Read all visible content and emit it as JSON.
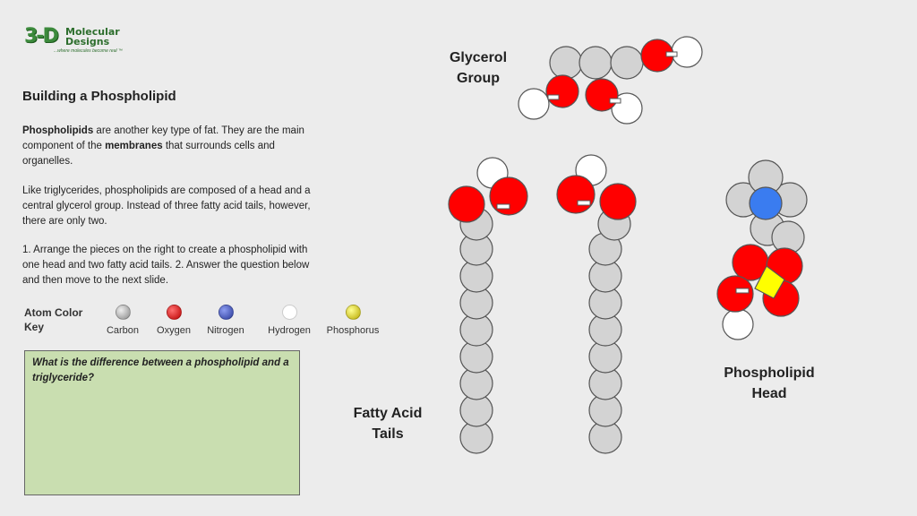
{
  "logo": {
    "mark": "3-D",
    "name_line1": "Molecular",
    "name_line2": "Designs",
    "tagline": "...where molecules become real ™"
  },
  "title": "Building a Phospholipid",
  "paragraph1": {
    "bold1": "Phospholipids",
    "text1": " are another key type of fat. They are the main component of the ",
    "bold2": "membranes",
    "text2": " that surrounds cells and organelles."
  },
  "paragraph2": "Like triglycerides, phospholipids are composed of a head and a central glycerol group. Instead of three fatty acid tails, however, there are only two.",
  "paragraph3": "1. Arrange the pieces on the right to create a phospholipid with one head and two fatty acid tails. 2. Answer the question below and then move to the next slide.",
  "color_key": {
    "title": "Atom Color Key",
    "items": [
      {
        "label": "Carbon",
        "color": "#b9b9b9"
      },
      {
        "label": "Oxygen",
        "color": "#e01010"
      },
      {
        "label": "Nitrogen",
        "color": "#4a5fc8"
      },
      {
        "label": "Hydrogen",
        "color": "#ffffff"
      },
      {
        "label": "Phosphorus",
        "color": "#f0e020"
      }
    ]
  },
  "question": "What is the difference between a phospholipid and a triglyceride?",
  "labels": {
    "glycerol": "Glycerol Group",
    "head": "Phospholipid Head",
    "tails": "Fatty Acid Tails"
  },
  "colors": {
    "carbon": "#d3d3d3",
    "oxygen": "#ff0000",
    "nitrogen": "#3a7cf0",
    "hydrogen": "#ffffff",
    "phosphorus": "#ffff00",
    "answer_box": "#c9deb0"
  }
}
